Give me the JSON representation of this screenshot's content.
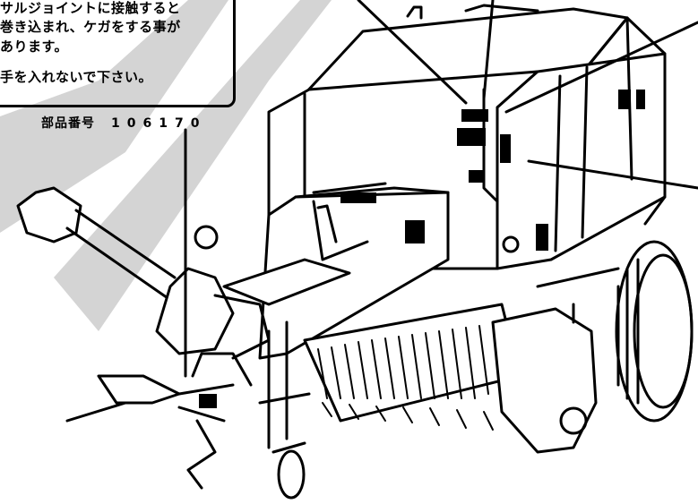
{
  "warning_label": {
    "lines": [
      "サルジョイントに接触すると",
      "巻き込まれ、ケガをする事が",
      "あります。",
      "手を入れないで下さい。"
    ],
    "part_number_label": "部品番号",
    "part_number_value": "106170"
  },
  "illustration": {
    "subject": "round-baler-illustration",
    "colors": {
      "ink": "#000000",
      "paper": "#ffffff",
      "highlight": "#d4d4d4"
    }
  }
}
